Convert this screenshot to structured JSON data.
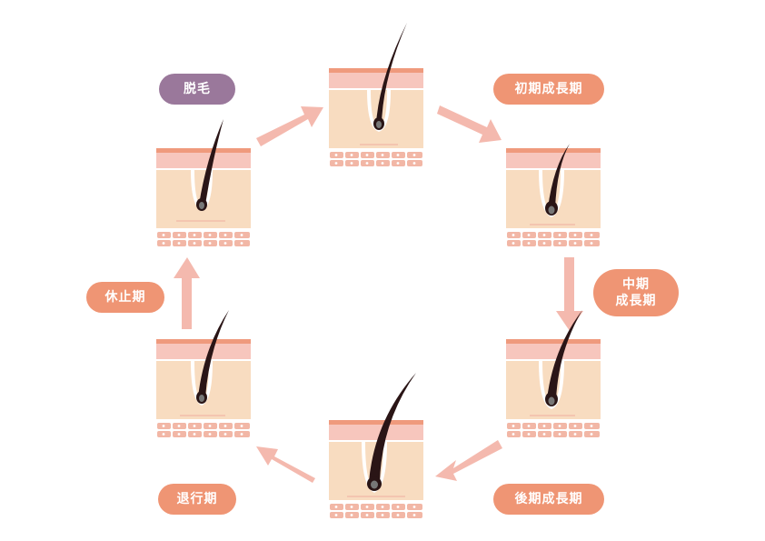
{
  "stages": [
    {
      "id": "early-anagen",
      "label": "初期成長期",
      "color": "#ef9574"
    },
    {
      "id": "mid-anagen",
      "label_lines": [
        "中期",
        "成長期"
      ],
      "color": "#ef9574"
    },
    {
      "id": "late-anagen",
      "label": "後期成長期",
      "color": "#ef9574"
    },
    {
      "id": "catagen",
      "label": "退行期",
      "color": "#ef9574"
    },
    {
      "id": "telogen",
      "label": "休止期",
      "color": "#ef9574"
    },
    {
      "id": "shedding",
      "label": "脱毛",
      "color": "#9a789b"
    }
  ],
  "colors": {
    "arrow": "#f4b9ae",
    "skin_top": "#ef9a7d",
    "skin_pink": "#f7c6bd",
    "dermis": "#f8dcc0",
    "fat": "#f2b7a6",
    "hair": "#2a1516",
    "bulb": "#777777"
  }
}
